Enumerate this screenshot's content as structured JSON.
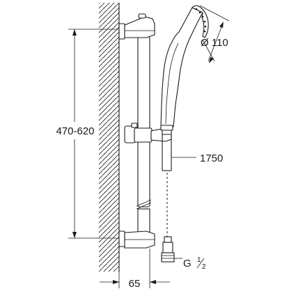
{
  "drawing": {
    "subject": "Shower rail set with hand shower, technical dimension drawing",
    "colors": {
      "line": "#1a1a1a",
      "background": "#ffffff"
    }
  },
  "dimensions": {
    "rail_height": "470-620",
    "head_diameter": "Ø 110",
    "hose_length": "1750",
    "wall_projection": "65",
    "connection_base": "G",
    "connection_sup": "1",
    "connection_sub": "2"
  },
  "icons": [
    "wall-hatch-icon",
    "dimension-arrow-icon"
  ]
}
